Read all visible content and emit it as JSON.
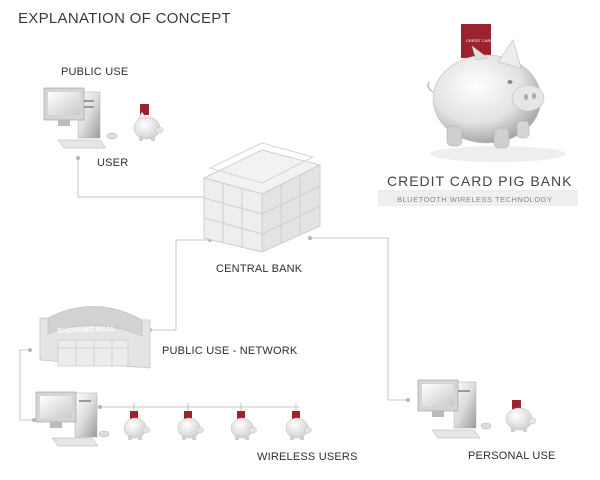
{
  "heading": "EXPLANATION OF CONCEPT",
  "labels": {
    "public_use": "PUBLIC USE",
    "user": "USER",
    "central_bank": "CENTRAL BANK",
    "public_use_network": "PUBLIC USE - NETWORK",
    "wireless_users": "WIRELESS USERS",
    "personal_use": "PERSONAL USE"
  },
  "product": {
    "title": "CREDIT CARD PIG BANK",
    "subtitle": "BLUETOOTH WIRELESS TECHNOLOGY",
    "card_text": "CREDIT CARD"
  },
  "mall_sign": "SHOPPING MALL",
  "colors": {
    "line": "#b5b5b5",
    "card_red": "#9c2230",
    "banner_bg": "#efefef",
    "building": "#e8e8e8"
  },
  "icons": [
    "computer-icon",
    "piggy-bank-icon",
    "credit-card-icon",
    "bank-building-icon",
    "shopping-mall-icon"
  ]
}
